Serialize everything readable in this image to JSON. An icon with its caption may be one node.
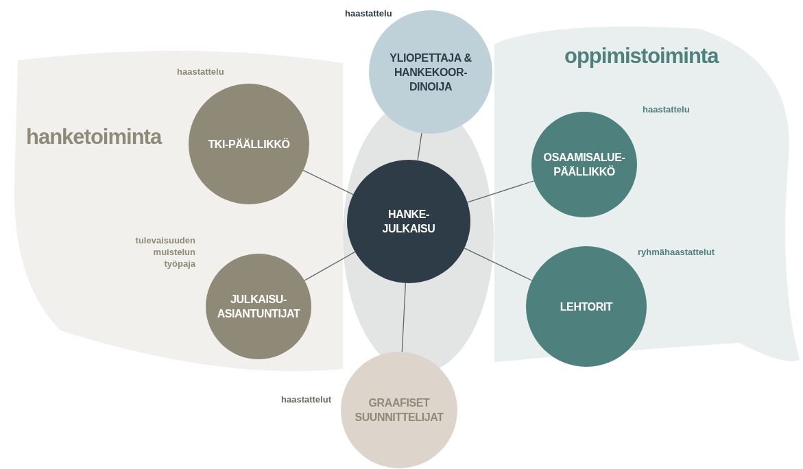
{
  "diagram": {
    "nodes": [
      {
        "text": [
          "hanketoiminta"
        ]
      },
      {
        "text": [
          "TKI-PÄÄLLIKKÖ"
        ],
        "in": 0,
        "beside": [
          "haastattelu"
        ]
      },
      {
        "text": [
          "JULKAISU-ASIANTUNTIJAT"
        ],
        "in": 0,
        "beside": [
          "tulevaisuuden muistelun työpaja"
        ]
      },
      {
        "text": [
          "oppimistoiminta"
        ]
      },
      {
        "text": [
          "OSAAMISALUE-PÄÄLLIKKÖ"
        ],
        "in": 3,
        "beside": [
          "haastattelu"
        ]
      },
      {
        "text": [
          "LEHTORIT"
        ],
        "in": 3,
        "beside": [
          "ryhmähaastattelut"
        ]
      },
      {
        "text": [
          "YLIOPETTAJA & HANKEKOOR-DINOIJA"
        ],
        "beside": [
          "haastattelu"
        ]
      },
      {
        "text": [
          "HANKE-JULKAISU"
        ]
      },
      {
        "text": [
          "GRAAFISET SUUNNITTELIJAT"
        ],
        "beside": [
          "haastattelut"
        ]
      }
    ],
    "edges": [
      {
        "from": 7,
        "to": 6,
        "arrow": "none"
      },
      {
        "from": 7,
        "to": 1,
        "arrow": "none"
      },
      {
        "from": 7,
        "to": 4,
        "arrow": "none"
      },
      {
        "from": 7,
        "to": 2,
        "arrow": "none"
      },
      {
        "from": 7,
        "to": 5,
        "arrow": "none"
      },
      {
        "from": 7,
        "to": 8,
        "arrow": "none"
      }
    ]
  }
}
